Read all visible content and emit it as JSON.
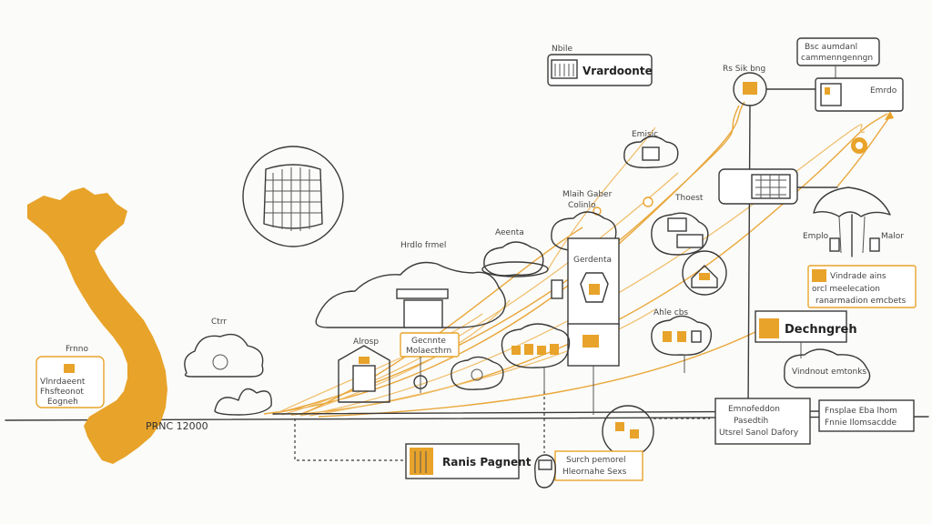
{
  "labels": {
    "legend_tag": "Nbile",
    "top_callout": "Vrardoonte",
    "top_node_label": "Rs Sik bng",
    "top_right_note_line1": "Bsc aumdanl",
    "top_right_note_line2": "cammenngenngn",
    "top_right_box_label": "Emrdo",
    "mid_cloud_label": "Emisic",
    "main_node_label1": "Mlaih Gaber",
    "main_node_label2": "Colinlo",
    "thoest": "Thoest",
    "aeenta": "Aeenta",
    "gordenta": "Gerdenta",
    "hill_label": "Hrdlo frmel",
    "cloud_small_label": "Ctrr",
    "map_tag_top": "Frnno",
    "map_tag_line1": "Vlnrdaeent",
    "map_tag_line2": "Fhsfteonot",
    "map_tag_line3": "Eogneh",
    "pinc": "PRNC 12000",
    "house_label": "Alrosp",
    "mid_yellow_line1": "Gecnnte",
    "mid_yellow_line2": "Molaecthrn",
    "cld_tag": "Ahle cbs",
    "empire_label": "Emplo",
    "malor_label": "Malor",
    "right_note_line1": "Vindrade ains",
    "right_note_line2": "orcl meelecation",
    "right_note_line3": "ranarmadion emcbets",
    "dechngreh": "Dechngreh",
    "vindrout": "Vindnout emtonks",
    "bottom_mid_line1": "Emnofeddon",
    "bottom_mid_line2": "Pasedtih",
    "bottom_mid_line3": "Utsrel Sanol Dafory",
    "bottom_right_line1": "Fnsplae Eba lhom",
    "bottom_right_line2": "Fnnie Ilomsacdde",
    "ranis_pagnent": "Ranis Pagnent",
    "search_line1": "Surch pemorel",
    "search_line2": "Hleornahe Sexs"
  },
  "colors": {
    "accent": "#e8a32a",
    "ink": "#3a3a3a",
    "background": "#fbfbf9"
  }
}
